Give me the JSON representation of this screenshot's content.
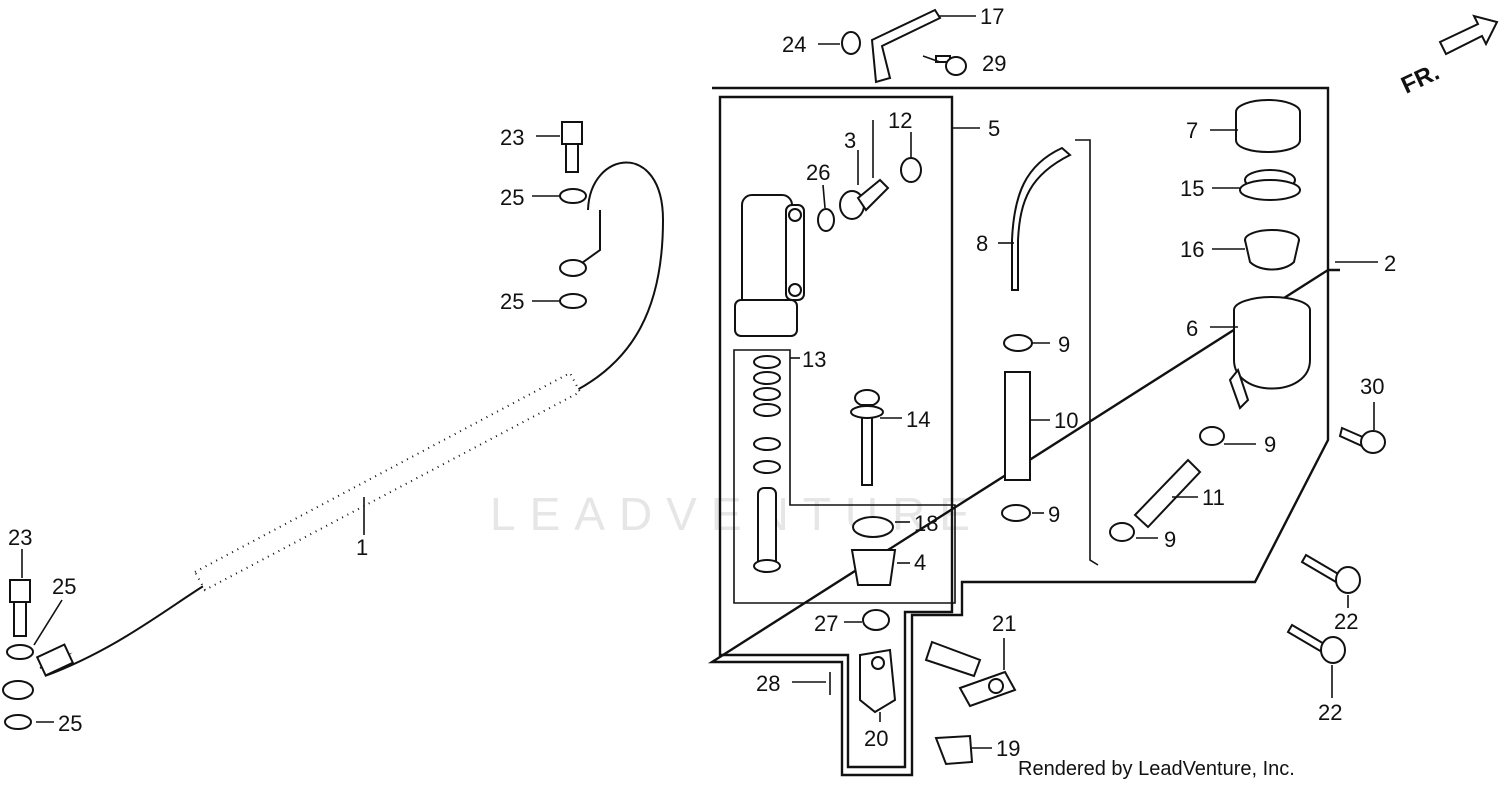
{
  "callouts": [
    {
      "id": "c1",
      "text": "1"
    },
    {
      "id": "c2",
      "text": "2"
    },
    {
      "id": "c3",
      "text": "3"
    },
    {
      "id": "c4",
      "text": "4"
    },
    {
      "id": "c5",
      "text": "5"
    },
    {
      "id": "c6",
      "text": "6"
    },
    {
      "id": "c7",
      "text": "7"
    },
    {
      "id": "c8",
      "text": "8"
    },
    {
      "id": "c9a",
      "text": "9"
    },
    {
      "id": "c9b",
      "text": "9"
    },
    {
      "id": "c9c",
      "text": "9"
    },
    {
      "id": "c9d",
      "text": "9"
    },
    {
      "id": "c10",
      "text": "10"
    },
    {
      "id": "c11",
      "text": "11"
    },
    {
      "id": "c12",
      "text": "12"
    },
    {
      "id": "c13",
      "text": "13"
    },
    {
      "id": "c14",
      "text": "14"
    },
    {
      "id": "c15",
      "text": "15"
    },
    {
      "id": "c16",
      "text": "16"
    },
    {
      "id": "c17",
      "text": "17"
    },
    {
      "id": "c18",
      "text": "18"
    },
    {
      "id": "c19",
      "text": "19"
    },
    {
      "id": "c20",
      "text": "20"
    },
    {
      "id": "c21",
      "text": "21"
    },
    {
      "id": "c22a",
      "text": "22"
    },
    {
      "id": "c22b",
      "text": "22"
    },
    {
      "id": "c23a",
      "text": "23"
    },
    {
      "id": "c23b",
      "text": "23"
    },
    {
      "id": "c24",
      "text": "24"
    },
    {
      "id": "c25a",
      "text": "25"
    },
    {
      "id": "c25b",
      "text": "25"
    },
    {
      "id": "c25c",
      "text": "25"
    },
    {
      "id": "c25d",
      "text": "25"
    },
    {
      "id": "c26",
      "text": "26"
    },
    {
      "id": "c27",
      "text": "27"
    },
    {
      "id": "c28",
      "text": "28"
    },
    {
      "id": "c29",
      "text": "29"
    },
    {
      "id": "c30",
      "text": "30"
    }
  ],
  "direction_label": "FR.",
  "watermark": "LEADVENTURE",
  "credit": "Rendered by LeadVenture, Inc."
}
